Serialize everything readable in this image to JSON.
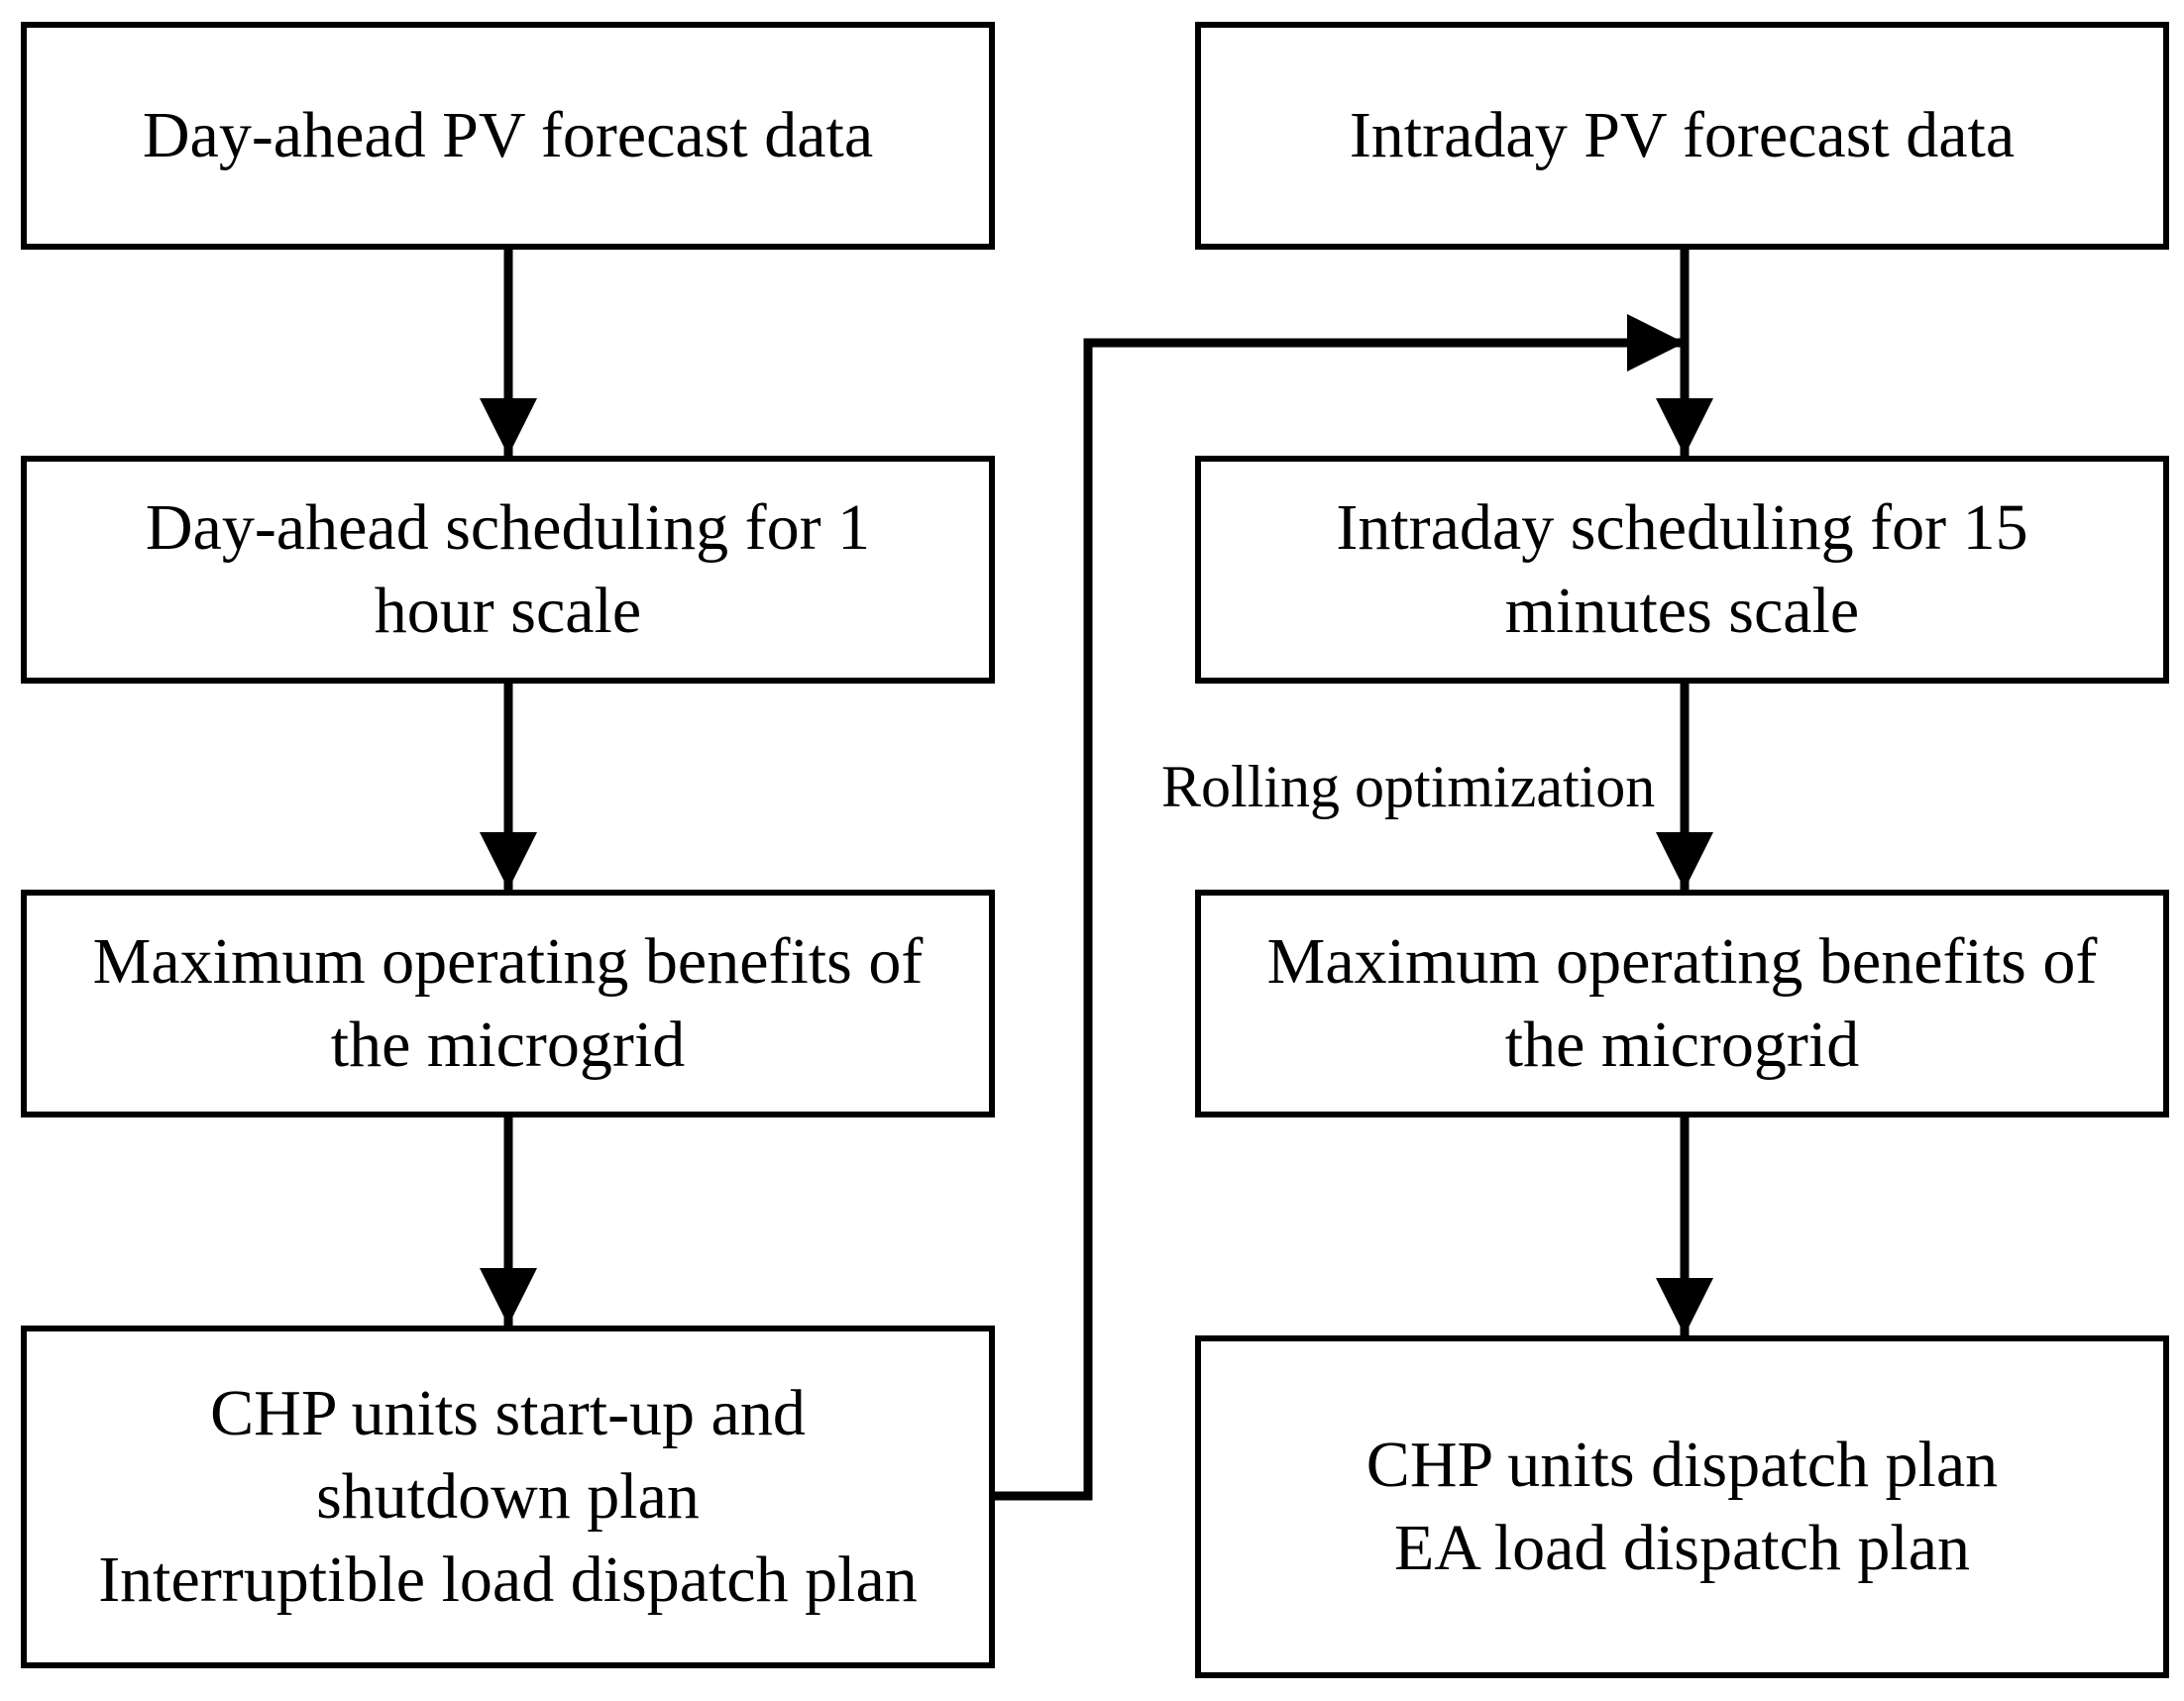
{
  "left_column": {
    "pv_forecast": [
      "Day-ahead PV forecast data"
    ],
    "scheduling": [
      "Day-ahead scheduling for 1",
      "hour scale"
    ],
    "benefits": [
      "Maximum operating benefits of",
      "the microgrid"
    ],
    "plan": [
      "CHP units start-up and",
      "shutdown plan",
      "Interruptible load dispatch plan"
    ]
  },
  "right_column": {
    "pv_forecast": [
      "Intraday PV forecast data"
    ],
    "scheduling": [
      "Intraday scheduling for 15",
      "minutes scale"
    ],
    "rolling_label": "Rolling optimization",
    "benefits": [
      "Maximum operating benefits of",
      "the microgrid"
    ],
    "plan": [
      "CHP units dispatch plan",
      "EA load dispatch plan"
    ]
  },
  "colors": {
    "stroke": "#000000",
    "background": "#ffffff"
  }
}
